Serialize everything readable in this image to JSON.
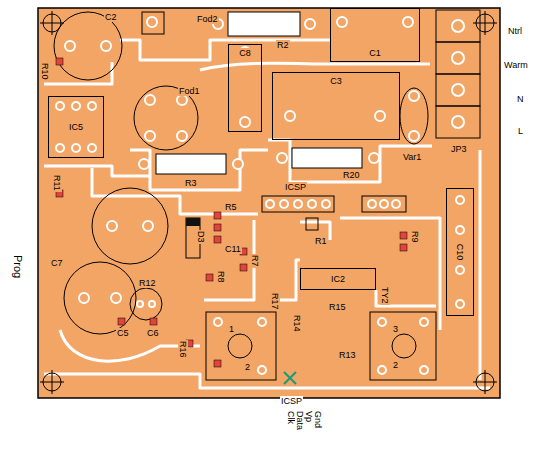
{
  "diagram": {
    "nodes": [
      {
        "text": [
          "C1"
        ]
      },
      {
        "text": [
          "C8"
        ]
      },
      {
        "text": [
          "C3"
        ]
      },
      {
        "text": [
          "IC5"
        ]
      },
      {
        "text": [
          "C10"
        ]
      },
      {
        "text": [
          "IC2"
        ]
      }
    ],
    "labels": [
      "C2",
      "Fod2",
      "R2",
      "Ntrl",
      "Warm",
      "N",
      "L",
      "R10",
      "Fod1",
      "R11",
      "R3",
      "R20",
      "Var1",
      "JP3",
      "ICSP",
      "R5",
      "D3",
      "C11",
      "R1",
      "R9",
      "C7",
      "Prog",
      "R12",
      "R7",
      "R8",
      "R17",
      "C5",
      "C6",
      "TY2",
      "R15",
      "R14",
      "R13",
      "R16",
      "1",
      "2",
      "3",
      "2",
      "ICSP",
      "Clk",
      "Data",
      "Vp",
      "Gnd"
    ]
  }
}
